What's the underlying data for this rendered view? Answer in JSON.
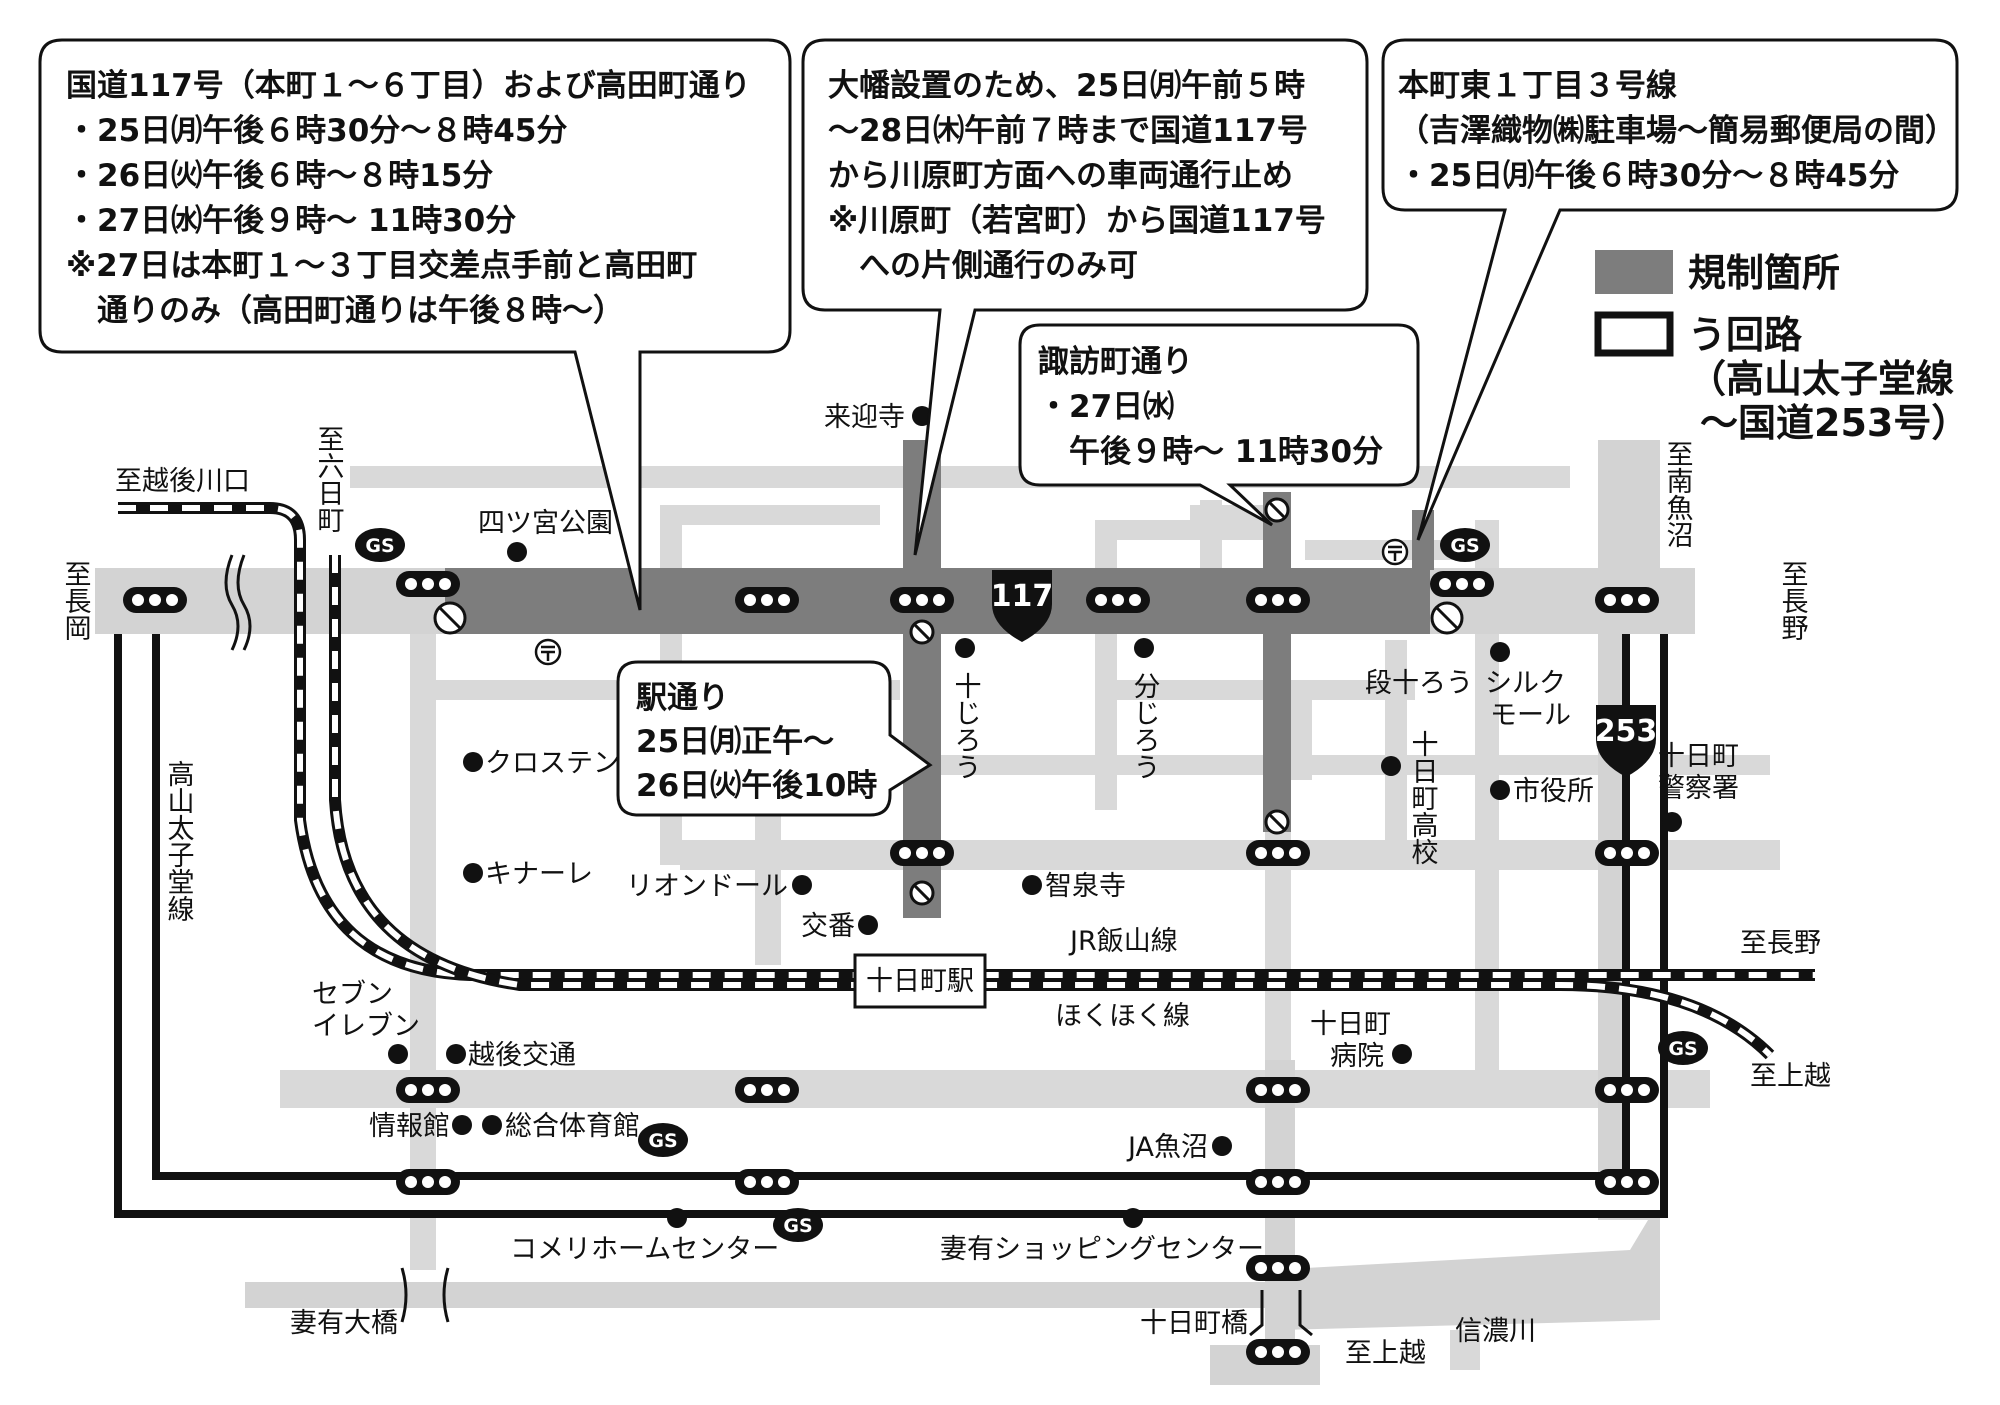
{
  "callouts": {
    "route117": {
      "lines": [
        "国道117号（本町１～６丁目）および高田町通り",
        "・25日㈪午後６時30分～８時45分",
        "・26日㈫午後６時～８時15分",
        "・27日㈬午後９時～ 11時30分",
        "※27日は本町１～３丁目交差点手前と高田町",
        "　通りのみ（高田町通りは午後８時～）"
      ]
    },
    "banner": {
      "lines": [
        "大幡設置のため、25日㈪午前５時",
        "～28日㈭午前７時まで国道117号",
        "から川原町方面への車両通行止め",
        "※川原町（若宮町）から国道117号",
        "　への片側通行のみ可"
      ]
    },
    "honcho_east": {
      "lines": [
        "本町東１丁目３号線",
        "（吉澤織物㈱駐車場～簡易郵便局の間）",
        "・25日㈪午後６時30分～８時45分"
      ]
    },
    "suwa": {
      "lines": [
        "諏訪町通り",
        "・27日㈬",
        "　午後９時～ 11時30分"
      ]
    },
    "station_street": {
      "lines": [
        "駅通り",
        "25日㈪正午～",
        "26日㈫午後10時"
      ]
    }
  },
  "legend": {
    "restricted": "規制箇所",
    "detour_lines": [
      "う回路",
      "（高山太子堂線",
      "～国道253号）"
    ]
  },
  "road_shields": {
    "r117": "117",
    "r253": "253"
  },
  "gs_label": "GS",
  "places": {
    "raigoji": "来迎寺",
    "yotsumiya_park": "四ツ宮公園",
    "crosten": "クロステン",
    "kinare": "キナーレ",
    "rion_dor": "リオンドール",
    "koban": "交番",
    "chisenji": "智泉寺",
    "seven_eleven": [
      "セブン",
      "イレブン"
    ],
    "echigo_kotsu": "越後交通",
    "johokan": "情報館",
    "sogo_taiikukan": "総合体育館",
    "komeri": "コメリホームセンター",
    "tsumari_shopping": "妻有ショッピングセンター",
    "ja_uonuma": "JA魚沼",
    "tokamachi_hospital": [
      "十日町",
      "病院"
    ],
    "shiyakusho": "市役所",
    "police": [
      "十日町",
      "警察署"
    ],
    "silk_mall": [
      "シルク",
      "モール"
    ],
    "danjuro": "段十ろう",
    "jujiro": "十じろう",
    "bunjiro": "分じろう",
    "tokamachi_high": "十日町高校",
    "station": "十日町駅"
  },
  "lines": {
    "iiyama": "JR飯山線",
    "hokuhoku": "ほくほく線",
    "takayama": "高山太子堂線"
  },
  "directions": {
    "nagaoka": "至長岡",
    "echigo_kawaguchi": "至越後川口",
    "muikamachi": "至六日町",
    "minami_uonuma": "至南魚沼",
    "nagano_top": "至長野",
    "nagano_rail": "至長野",
    "joetsu_rail": "至上越",
    "joetsu_bottom": "至上越"
  },
  "bridges": {
    "tsumari": "妻有大橋",
    "tokamachi": "十日町橋"
  },
  "river": "信濃川"
}
